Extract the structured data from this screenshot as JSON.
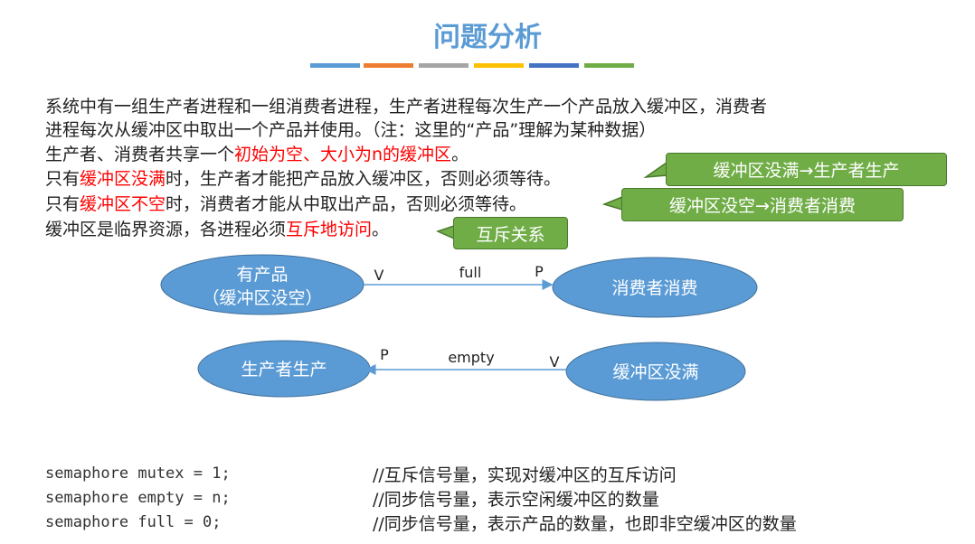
{
  "title": "问题分析",
  "accent_colors": [
    "#5b9bd5",
    "#ed7d31",
    "#a5a5a5",
    "#ffc000",
    "#4472c4",
    "#70ad47"
  ],
  "paragraphs": {
    "p1": "系统中有一组生产者进程和一组消费者进程，生产者进程每次生产一个产品放入缓冲区，消费者",
    "p2": "进程每次从缓冲区中取出一个产品并使用。（注：这里的“产品”理解为某种数据）",
    "p3a": "生产者、消费者共享一个",
    "p3b": "初始为空、大小为n的缓冲区",
    "p3c": "。",
    "p4a": "只有",
    "p4b": "缓冲区没满",
    "p4c": "时，生产者才能把产品放入缓冲区，否则必须等待。",
    "p5a": "只有",
    "p5b": "缓冲区不空",
    "p5c": "时，消费者才能从中取出产品，否则必须等待。",
    "p6a": "缓冲区是临界资源，各进程必须",
    "p6b": "互斥地访问",
    "p6c": "。"
  },
  "callouts": [
    "缓冲区没满→生产者生产",
    "缓冲区没空→消费者消费",
    "互斥关系"
  ],
  "diagram": {
    "node_has_product_1": "有产品",
    "node_has_product_2": "（缓冲区没空）",
    "node_consumer": "消费者消费",
    "node_producer": "生产者生产",
    "node_not_full": "缓冲区没满",
    "full": "full",
    "empty": "empty",
    "v": "V",
    "p": "P"
  },
  "code": [
    {
      "stmt": "semaphore mutex = 1;",
      "comment": "//互斥信号量，实现对缓冲区的互斥访问"
    },
    {
      "stmt": "semaphore empty = n;",
      "comment": "//同步信号量，表示空闲缓冲区的数量"
    },
    {
      "stmt": "semaphore full = 0;",
      "comment": "//同步信号量，表示产品的数量，也即非空缓冲区的数量"
    }
  ]
}
